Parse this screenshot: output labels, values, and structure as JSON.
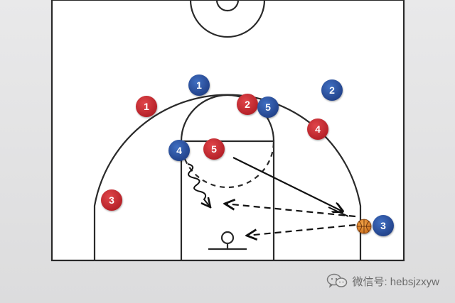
{
  "colors": {
    "red_team": "#c8262d",
    "blue_team": "#2a55a3",
    "court_lines": "#2a2a2a",
    "court_fill": "#ffffff",
    "ball": "#e08a2c"
  },
  "players": {
    "red": [
      {
        "number": "1"
      },
      {
        "number": "2"
      },
      {
        "number": "3"
      },
      {
        "number": "4"
      },
      {
        "number": "5"
      }
    ],
    "blue": [
      {
        "number": "1"
      },
      {
        "number": "2"
      },
      {
        "number": "3"
      },
      {
        "number": "4"
      },
      {
        "number": "5"
      }
    ]
  },
  "watermark": {
    "text": "微信号: hebsjzxyw",
    "icon": "wechat-icon"
  }
}
